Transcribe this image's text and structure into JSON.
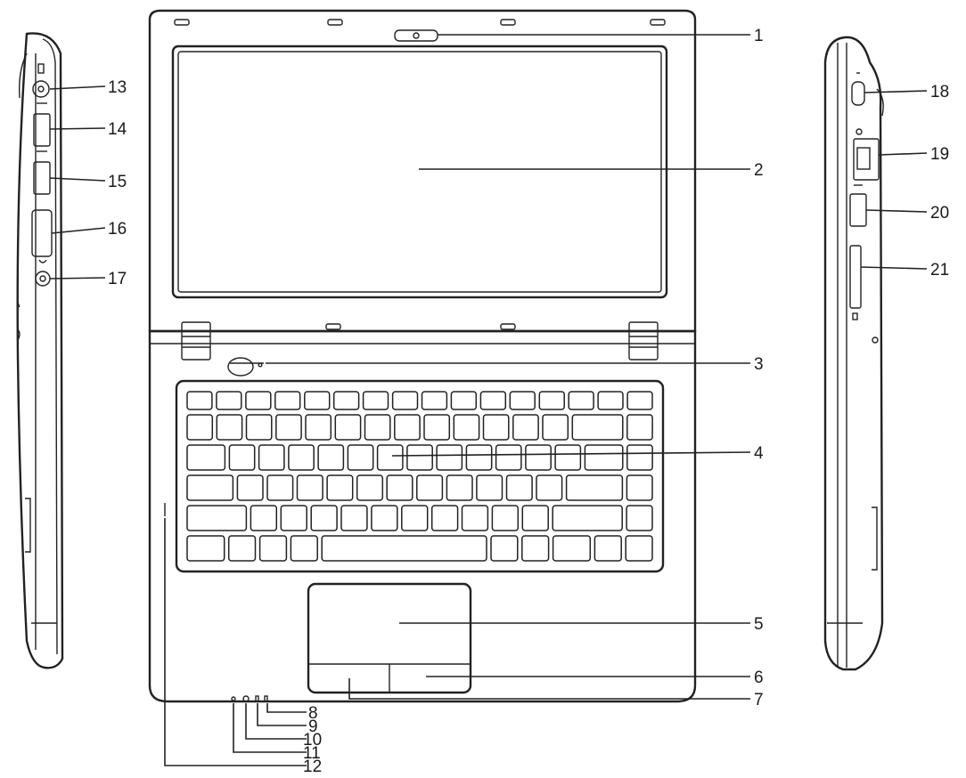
{
  "callouts": {
    "c1": "1",
    "c2": "2",
    "c3": "3",
    "c4": "4",
    "c5": "5",
    "c6": "6",
    "c7": "7",
    "c8": "8",
    "c9": "9",
    "c10": "10",
    "c11": "11",
    "c12": "12",
    "c13": "13",
    "c14": "14",
    "c15": "15",
    "c16": "16",
    "c17": "17",
    "c18": "18",
    "c19": "19",
    "c20": "20",
    "c21": "21"
  },
  "colors": {
    "line": "#222222",
    "background": "#ffffff"
  }
}
